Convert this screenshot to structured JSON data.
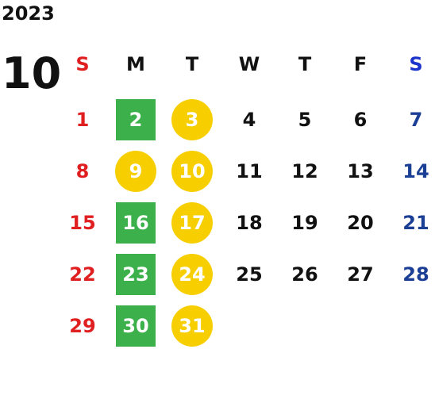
{
  "calendar": {
    "year": "2023",
    "month": "10",
    "weekdays": [
      "S",
      "M",
      "T",
      "W",
      "T",
      "F",
      "S"
    ],
    "colors": {
      "sunday": "#e02020",
      "saturday": "#1b3f94",
      "green_marker": "#3cb14b",
      "yellow_marker": "#f7cf00"
    },
    "days": [
      "1",
      "2",
      "3",
      "4",
      "5",
      "6",
      "7",
      "8",
      "9",
      "10",
      "11",
      "12",
      "13",
      "14",
      "15",
      "16",
      "17",
      "18",
      "19",
      "20",
      "21",
      "22",
      "23",
      "24",
      "25",
      "26",
      "27",
      "28",
      "29",
      "30",
      "31"
    ]
  }
}
